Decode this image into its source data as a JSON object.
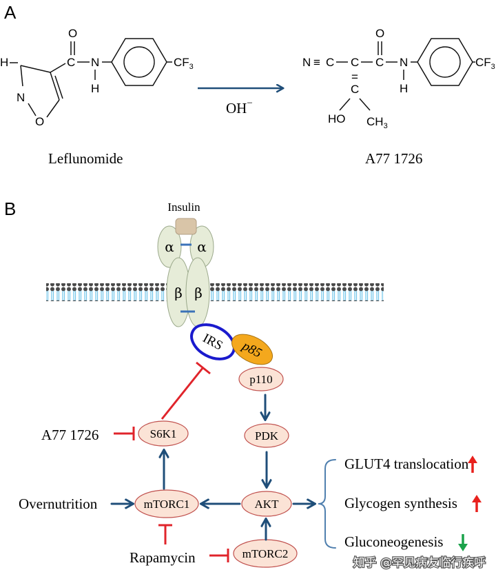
{
  "panel_a": {
    "label": "A",
    "compound1": "Leflunomide",
    "compound2": "A77 1726",
    "reagent": "OH",
    "reagent_sup": "−",
    "atoms": {
      "H": "H",
      "N": "N",
      "O": "O",
      "C": "C",
      "CF": "CF",
      "three": "3",
      "HO": "HO",
      "CH": "CH",
      "dbl": "=",
      "triple": "≡",
      "dash": "−"
    }
  },
  "panel_b": {
    "label": "B",
    "insulin": "Insulin",
    "alpha": "α",
    "beta": "β",
    "irs": "IRS",
    "p85": "p85",
    "p110": "p110",
    "pdk": "PDK",
    "akt": "AKT",
    "mtorc1": "mTORC1",
    "mtorc2": "mTORC2",
    "s6k1": "S6K1",
    "a77": "A77 1726",
    "overnutrition": "Overnutrition",
    "rapamycin": "Rapamycin",
    "outcomes": [
      {
        "text": "GLUT4 translocation",
        "direction": "up",
        "color": "#e8211d"
      },
      {
        "text": "Glycogen synthesis",
        "direction": "up",
        "color": "#e8211d"
      },
      {
        "text": "Gluconeogenesis",
        "direction": "down",
        "color": "#1aa24a"
      }
    ]
  },
  "watermark": "知乎 @罕见病友临行疾呼",
  "colors": {
    "arrow_blue": "#1f4e79",
    "inhibit_red": "#e0242b",
    "node_fill": "#fbe3d6",
    "node_stroke": "#c0504d",
    "irs_blue": "#1a1acd",
    "p85_orange": "#f4a81d",
    "receptor_fill": "#e6ecd8",
    "insulin_fill": "#d9c5a8"
  }
}
